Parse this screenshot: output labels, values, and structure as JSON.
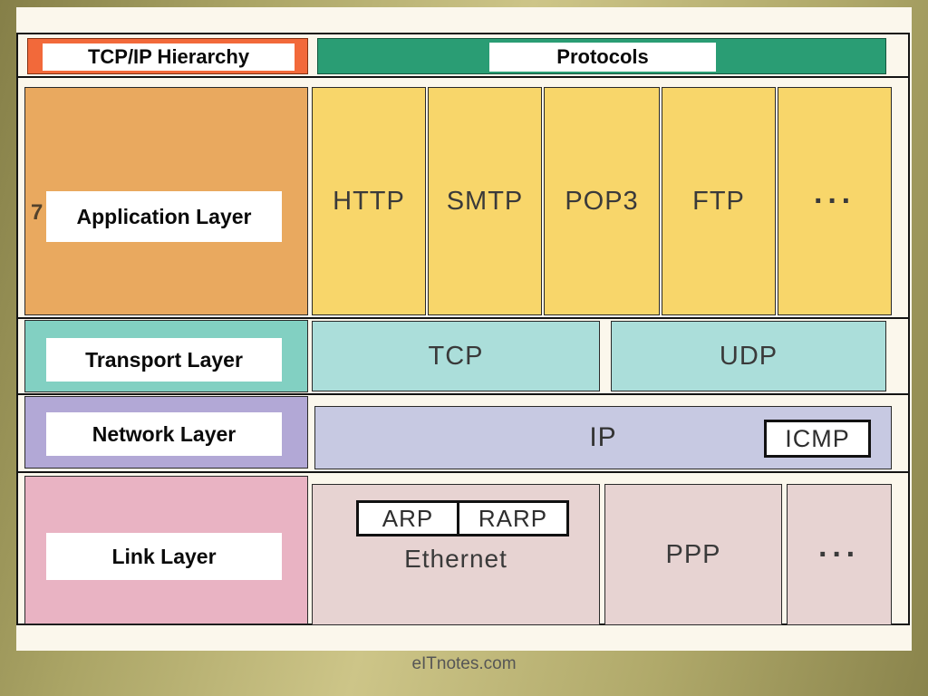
{
  "title_row": {
    "hierarchy": "TCP/IP Hierarchy",
    "protocols": "Protocols"
  },
  "application": {
    "label": "Application Layer",
    "artifact": "7",
    "protocols": [
      "HTTP",
      "SMTP",
      "POP3",
      "FTP",
      "···"
    ]
  },
  "transport": {
    "label": "Transport Layer",
    "protocols": [
      "TCP",
      "UDP"
    ]
  },
  "network": {
    "label": "Network Layer",
    "ip": "IP",
    "icmp": "ICMP"
  },
  "link": {
    "label": "Link Layer",
    "arp": "ARP",
    "rarp": "RARP",
    "ethernet": "Ethernet",
    "ppp": "PPP",
    "more": "···"
  },
  "footer": {
    "watermark": "eITnotes.com"
  },
  "colors": {
    "hierarchy_header": "#f2693a",
    "protocols_header": "#2a9d74",
    "application_layer": "#e9a95f",
    "application_protocol": "#f8d66a",
    "transport_layer": "#82d0c2",
    "transport_protocol": "#abdeda",
    "network_layer": "#b2a8d6",
    "network_protocol": "#c7c9e2",
    "link_layer": "#e9b3c3",
    "link_protocol": "#e7d3d2",
    "panel": "#fbf7ec",
    "background": "#b0a96a"
  }
}
